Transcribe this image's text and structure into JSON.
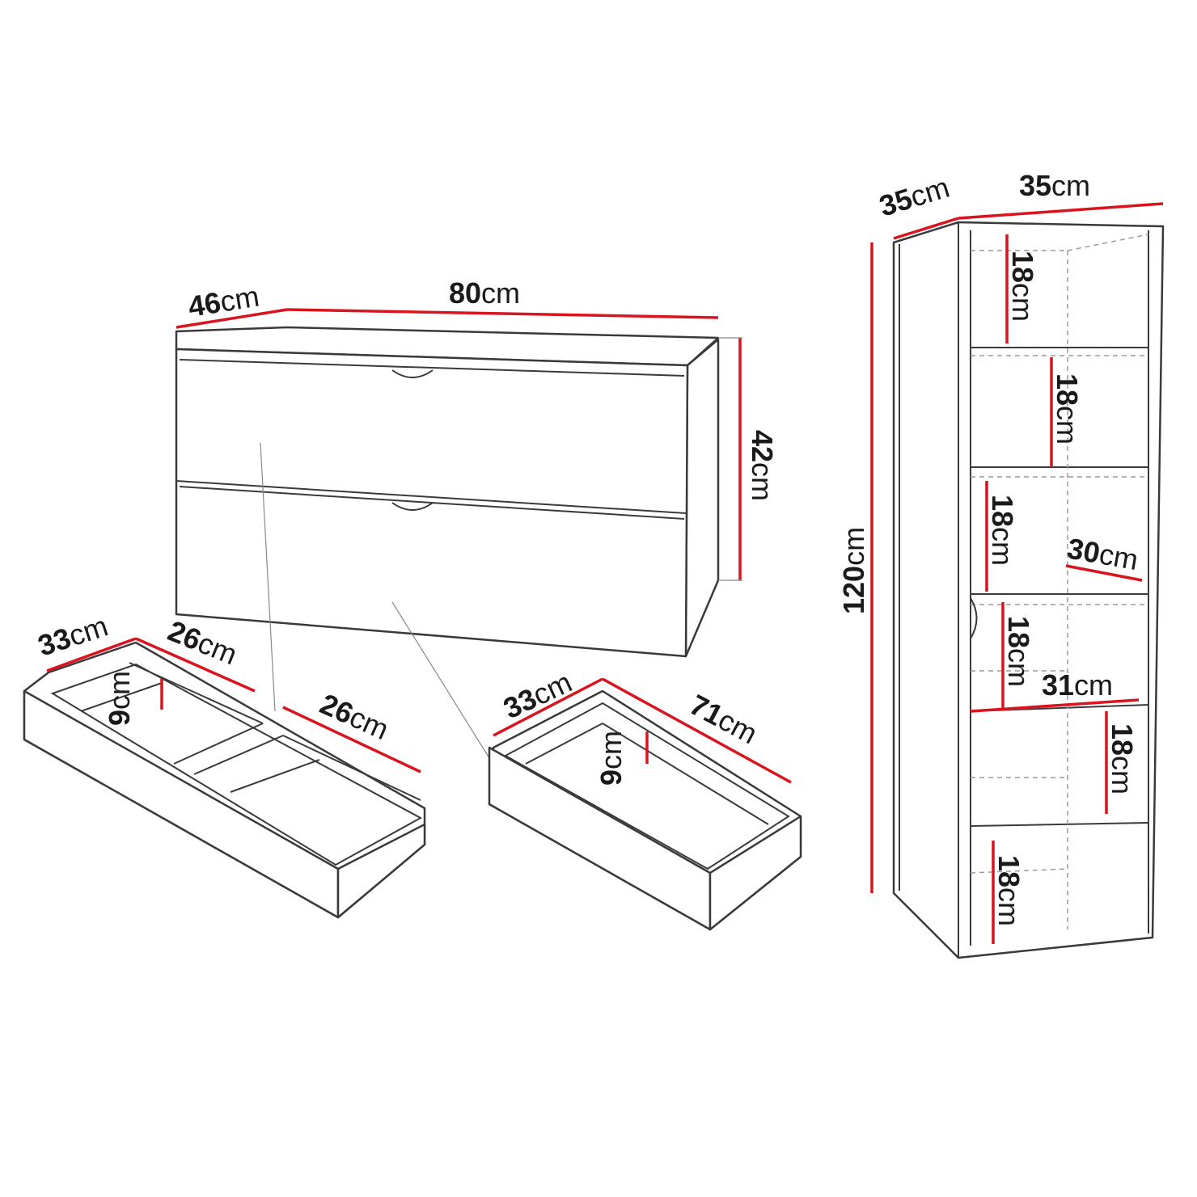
{
  "dresser": {
    "depth": {
      "num": "46",
      "unit": "cm"
    },
    "width": {
      "num": "80",
      "unit": "cm"
    },
    "height": {
      "num": "42",
      "unit": "cm"
    }
  },
  "small_drawer": {
    "depth": {
      "num": "33",
      "unit": "cm"
    },
    "width_left": {
      "num": "26",
      "unit": "cm"
    },
    "height": {
      "num": "9",
      "unit": "cm"
    },
    "width_right": {
      "num": "26",
      "unit": "cm"
    }
  },
  "large_drawer": {
    "depth": {
      "num": "33",
      "unit": "cm"
    },
    "width": {
      "num": "71",
      "unit": "cm"
    },
    "height": {
      "num": "9",
      "unit": "cm"
    }
  },
  "bookcase": {
    "depth": {
      "num": "35",
      "unit": "cm"
    },
    "width": {
      "num": "35",
      "unit": "cm"
    },
    "height": {
      "num": "120",
      "unit": "cm"
    },
    "shelf_heights": [
      {
        "num": "18",
        "unit": "cm"
      },
      {
        "num": "18",
        "unit": "cm"
      },
      {
        "num": "18",
        "unit": "cm"
      },
      {
        "num": "18",
        "unit": "cm"
      },
      {
        "num": "18",
        "unit": "cm"
      },
      {
        "num": "18",
        "unit": "cm"
      }
    ],
    "shelf_depth": {
      "num": "30",
      "unit": "cm"
    },
    "shelf_width": {
      "num": "31",
      "unit": "cm"
    }
  },
  "colors": {
    "dimension_line": "#d9141e",
    "outline": "#3a3a3a"
  }
}
